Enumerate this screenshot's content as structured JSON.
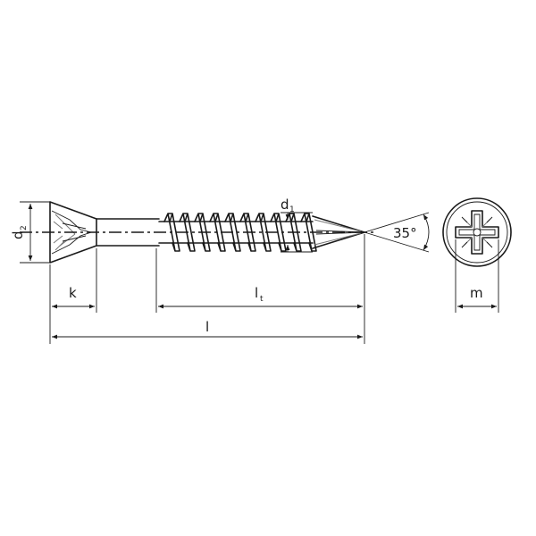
{
  "drawing": {
    "labels": {
      "d": "d",
      "d2_sub": "2",
      "d1_sub": "1",
      "k": "k",
      "l": "l",
      "lt": "l",
      "lt_sub": "t",
      "angle": "35°",
      "m": "m"
    },
    "colors": {
      "line": "#1a1a1a",
      "shade": "#777777",
      "background": "#ffffff"
    }
  }
}
